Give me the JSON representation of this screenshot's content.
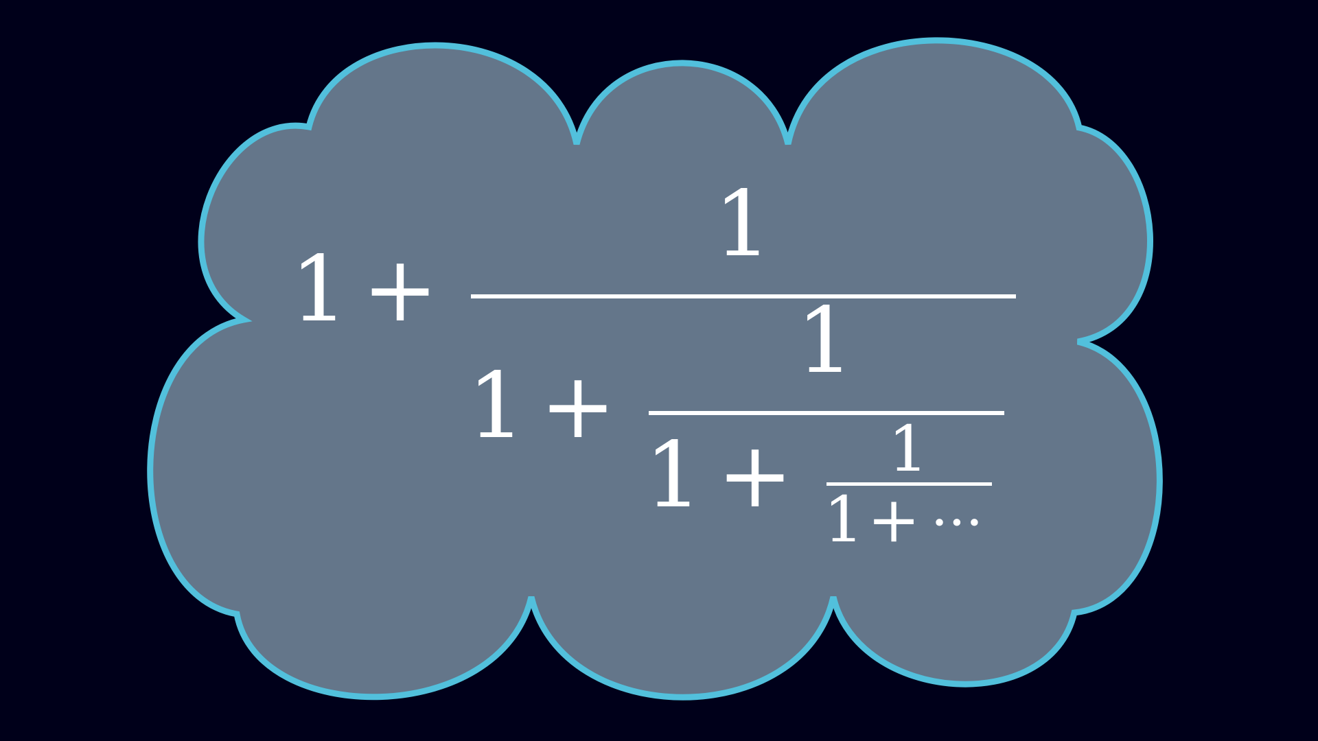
{
  "colors": {
    "background": "#00001a",
    "cloud_fill": "#64768a",
    "cloud_stroke": "#52c0dc",
    "math": "#ffffff"
  },
  "expression": {
    "level1": {
      "one": "1",
      "plus": "+",
      "numerator": "1"
    },
    "level2": {
      "one": "1",
      "plus": "+",
      "numerator": "1"
    },
    "level3": {
      "one": "1",
      "plus": "+",
      "numerator": "1"
    },
    "level4": {
      "one": "1",
      "plus": "+",
      "ellipsis": "···"
    }
  }
}
